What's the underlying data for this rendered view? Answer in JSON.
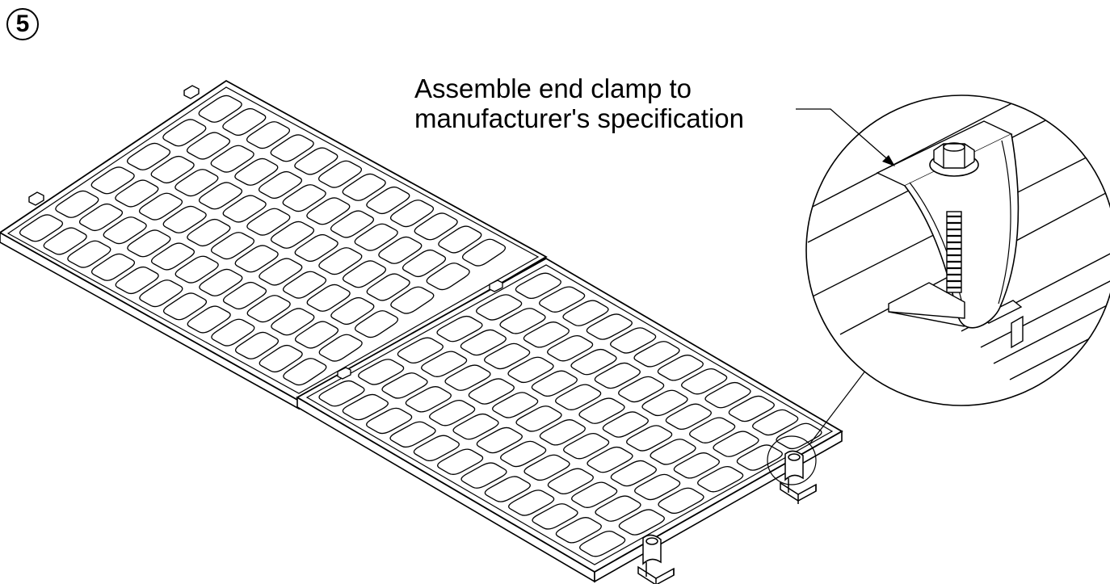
{
  "step": {
    "number": "5"
  },
  "callout": {
    "line1": "Assemble end clamp to",
    "line2": "manufacturer's specification"
  },
  "drawing": {
    "subject": "two solar panels on mounting rails",
    "panels": [
      {
        "rows": 6,
        "cols": 12
      },
      {
        "rows": 6,
        "cols": 12
      }
    ],
    "detail": "end-clamp-magnified-view",
    "line_color": "#000000",
    "background": "#ffffff"
  }
}
